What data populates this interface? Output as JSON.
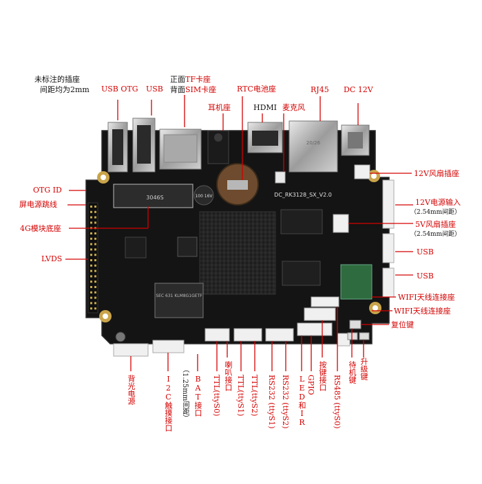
{
  "note": {
    "line1": "未标注的插座",
    "line2": "间距均为2mm"
  },
  "top_labels": {
    "usb_otg": "USB OTG",
    "usb": "USB",
    "tf_line1_prefix": "正面",
    "tf_line1_red": "TF卡座",
    "sim_line2_prefix": "背面",
    "sim_line2_red": "SIM卡座",
    "headphone": "耳机座",
    "rtc": "RTC电池座",
    "hdmi": "HDMI",
    "mic": "麦克风",
    "rj45": "RJ45",
    "dc": "DC 12V"
  },
  "left_labels": {
    "otg_id": "OTG ID",
    "screen_power": "屏电源跳线",
    "module_4g": "4G模块底座",
    "lvds": "LVDS"
  },
  "right_labels": {
    "fan12": "12V风扇插座",
    "power12": "12V电源输入",
    "power12_sub": "（2.54mm间距）",
    "fan5": "5V风扇插座",
    "fan5_sub": "（2.54mm间距）",
    "usb1": "USB",
    "usb2": "USB",
    "wifi1": "WIFI天线连接座",
    "wifi2": "WIFI天线连接座",
    "reset": "复位键"
  },
  "bottom_labels": {
    "backlight": "背光电源",
    "i2c": "I2C触摸接口",
    "spacing_125": "（1.25mm间距）",
    "bat": "BAT接口",
    "ttl0": "TTL(ttyS0)",
    "speaker": "喇叭接口",
    "ttl1": "TTL(ttyS1)",
    "ttl2": "TTL(ttyS2)",
    "rs232_1": "RS232 (ttyS1)",
    "rs232_2": "RS232 (ttyS2)",
    "led_ir": "LED和IR",
    "gpio": "GPIO",
    "keys": "按键接口",
    "rs485": "RS485 (ttyS0)",
    "standby": "待机键",
    "upgrade": "升级键"
  },
  "board_text": {
    "model": "DC_RK3128_SX_V2.0",
    "chip_4g": "3046S",
    "mem": "SEC 631 KLM8G1GETF",
    "cap": "100 16V"
  },
  "colors": {
    "annotation": "#d40000",
    "board": "#151515",
    "silk": "#dddddd"
  }
}
